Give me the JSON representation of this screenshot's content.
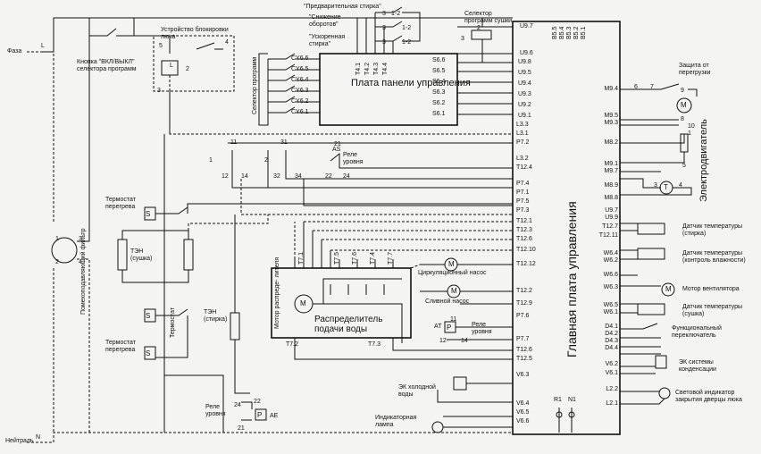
{
  "labels": {
    "phase": "Фаза",
    "neutral": "Нейтраль",
    "L": "L",
    "N": "N",
    "power_button": "Кнопка \"ВКЛ/ВЫКЛ\" селектора программ",
    "door_lock": "Устройство блокировки люка",
    "prewash": "\"Предварительная стирка\"",
    "speed_reduce": "\"Снижение оборотов\"",
    "fast_wash": "\"Ускоренная стирка\"",
    "dry_selector": "Селектор программ сушки",
    "program_selector": "Селектор программ",
    "control_panel": "Плата панели управления",
    "main_board": "Главная плата управления",
    "overheat_protection": "Защита от перегрузки",
    "electric_heater": "Электродвигатель",
    "level_relay": "Реле уровня",
    "overheat_thermostat": "Термостат перегрева",
    "thermostat": "Термостат",
    "heater_dry": "ТЭН (сушка)",
    "heater_wash": "ТЭН (стирка)",
    "noise_filter": "Помехоподавляющий фильтр",
    "circulation_pump": "Циркуляционный насос",
    "drain_pump": "Сливной насос",
    "distributor_motor": "Мотор распреде- лителя",
    "water_distributor": "Распределитель подачи воды",
    "cold_water_valve": "ЭК холодной воды",
    "indicator_lamp": "Индикаторная лампа",
    "temp_sensor_wash": "Датчик температуры (стирка)",
    "temp_sensor_humidity": "Датчик температуры (контроль влажности)",
    "fan_motor": "Мотор вентилятора",
    "temp_sensor_dry": "Датчик температуры (сушка)",
    "function_switch": "Функциональный переключатель",
    "condenser_valve": "ЭК системы конденсации",
    "door_lamp": "Световой индикатор закрытия дверцы люка",
    "AS": "AS",
    "AT": "AT",
    "AE": "AE",
    "R1": "R1",
    "N1": "N1",
    "T_sym": "T",
    "M_sym": "M",
    "S_sym": "S",
    "P_sym": "P"
  },
  "cy_pins": [
    "CY6.6",
    "CY6.5",
    "CY6.4",
    "CY6.3",
    "CY6.2",
    "CY6.1"
  ],
  "t4_pins": [
    "T4.1",
    "T4.2",
    "T4.3",
    "T4.4"
  ],
  "u_panel_pins": [
    "U9.7",
    "U9.6"
  ],
  "s6_pins": [
    "S6.6",
    "S6.5",
    "S6.4",
    "S6.3",
    "S6.2",
    "S6.1"
  ],
  "u9_right": [
    "U9.8",
    "U9.5",
    "U9.4",
    "U9.3",
    "U9.2",
    "U9.1"
  ],
  "b5_pins": [
    "B5.5",
    "B5.4",
    "B5.3",
    "B5.2",
    "B5.1"
  ],
  "main_left_pins": [
    "L3.3",
    "L3.1",
    "P7.2",
    "L3.2",
    "T12.4",
    "P7.4",
    "P7.1",
    "P7.5",
    "P7.3",
    "T12.1",
    "T12.3",
    "T12.6",
    "T12.10",
    "T12.12",
    "T12.2",
    "T12.9",
    "P7.6",
    "P7.7",
    "T12.6",
    "T12.5",
    "V6.3",
    "V6.4",
    "V6.5",
    "V6.6"
  ],
  "main_right_pins": [
    "M9.4",
    "M9.5",
    "M9.3",
    "M8.2",
    "M9.1",
    "M9.7",
    "M8.9",
    "M8.8",
    "U9.7",
    "U9.9",
    "T12.7",
    "T12.11",
    "W6.4",
    "W6.2",
    "W6.6",
    "W6.3",
    "W6.5",
    "W6.1",
    "D4.1",
    "D4.2",
    "D4.3",
    "D4.4",
    "V6.2",
    "V6.1",
    "L2.2",
    "L2.1"
  ],
  "node_numbers": {
    "n11": "11",
    "n31": "31",
    "n21": "21",
    "n1": "1",
    "n2": "2",
    "n12": "12",
    "n14": "14",
    "n32": "32",
    "n34": "34",
    "n22": "22",
    "n24": "24",
    "n6": "6",
    "n7": "7",
    "n9": "9",
    "n8": "8",
    "n10": "10",
    "n3": "3",
    "n4": "4",
    "n5": "5",
    "sw1_2a": "1-2",
    "sw1_2b": "1-2",
    "sw1_2c": "1-2",
    "sw3a": "3",
    "sw3b": "3",
    "sw3c": "3",
    "sw3d": "3",
    "sw2": "2",
    "lock5": "5",
    "lock4": "4",
    "lock3": "3",
    "lock2": "2",
    "f1": "1",
    "f2": "2",
    "f3": "3",
    "f4": "4",
    "at11": "11",
    "at12": "12",
    "at14": "14",
    "ae22": "22",
    "ae24": "24",
    "ae21": "21",
    "t71": "T7.1",
    "t75": "T7.5",
    "t76": "T7.6",
    "t74": "T7.4",
    "t77": "T7.7",
    "t72": "T7.2",
    "t73": "T7.3"
  }
}
